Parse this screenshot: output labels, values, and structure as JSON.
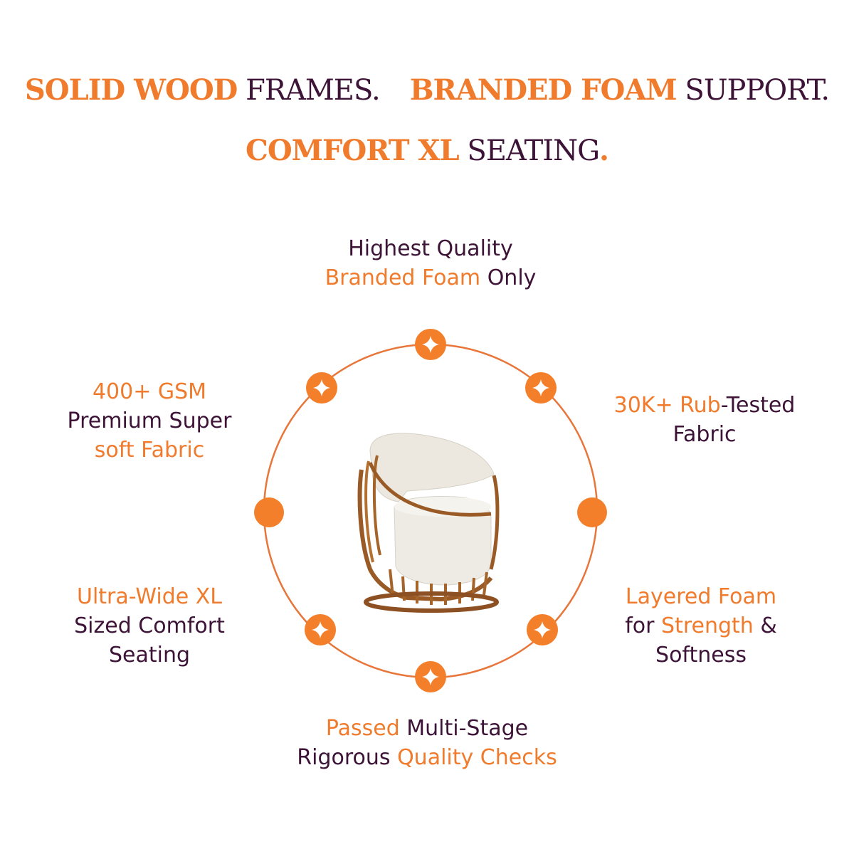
{
  "headline": {
    "line1": {
      "a_accent": "SOLID WOOD",
      "a_plain": "FRAMES.",
      "b_accent": "BRANDED FOAM",
      "b_plain": "SUPPORT."
    },
    "line2": {
      "accent": "COMFORT XL",
      "plain": "SEATING",
      "end": "."
    }
  },
  "features": {
    "top": {
      "l1": "Highest Quality",
      "l2_accent": "Branded Foam",
      "l2_plain": "Only"
    },
    "top_left": {
      "l1": "400+ GSM",
      "l2": "Premium Super",
      "l3": "soft Fabric"
    },
    "top_right": {
      "l1_accent": "30K+ Rub",
      "l1_plain": "-Tested",
      "l2": "Fabric"
    },
    "bottom_left": {
      "l1": "Ultra-Wide XL",
      "l2": "Sized Comfort",
      "l3": "Seating"
    },
    "bottom_right": {
      "l1": "Layered Foam",
      "l2_plain_a": "for",
      "l2_accent": "Strength",
      "l2_plain_b": "&",
      "l3": "Softness"
    },
    "bottom": {
      "l1_accent": "Passed",
      "l1_plain": "Multi-Stage",
      "l2_plain": "Rigorous",
      "l2_accent": "Quality Checks"
    }
  },
  "colors": {
    "accent_orange": "#f07b2c",
    "text_plum": "#3d1437",
    "ring": "#e8763a",
    "background": "#ffffff"
  },
  "icons": {
    "node_star": "sparkle-icon",
    "node_plain": "dot-icon"
  }
}
